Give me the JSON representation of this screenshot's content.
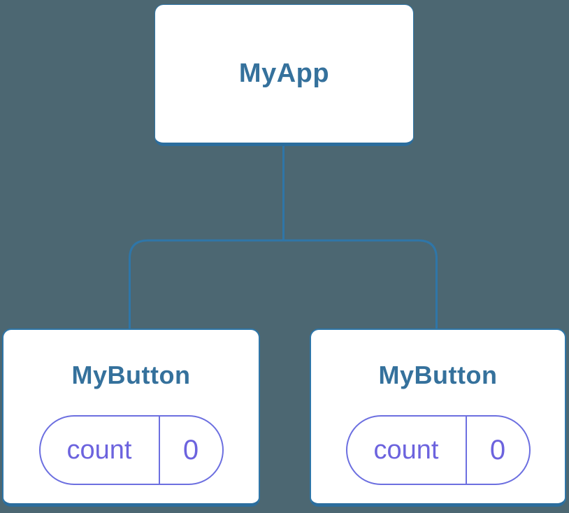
{
  "diagram": {
    "description": "Component tree diagram",
    "background_color": "#4C6772",
    "root": {
      "label": "MyApp"
    },
    "children": [
      {
        "label": "MyButton",
        "state": {
          "key": "count",
          "value": "0"
        }
      },
      {
        "label": "MyButton",
        "state": {
          "key": "count",
          "value": "0"
        }
      }
    ]
  },
  "colors": {
    "connector": "#2F76A8",
    "box_border": "#2F76A8",
    "box_bottom_edge": "#2B6D9D",
    "box_fill": "#FFFFFF",
    "title_text": "#35719C",
    "state_accent": "#6C6FE0"
  }
}
